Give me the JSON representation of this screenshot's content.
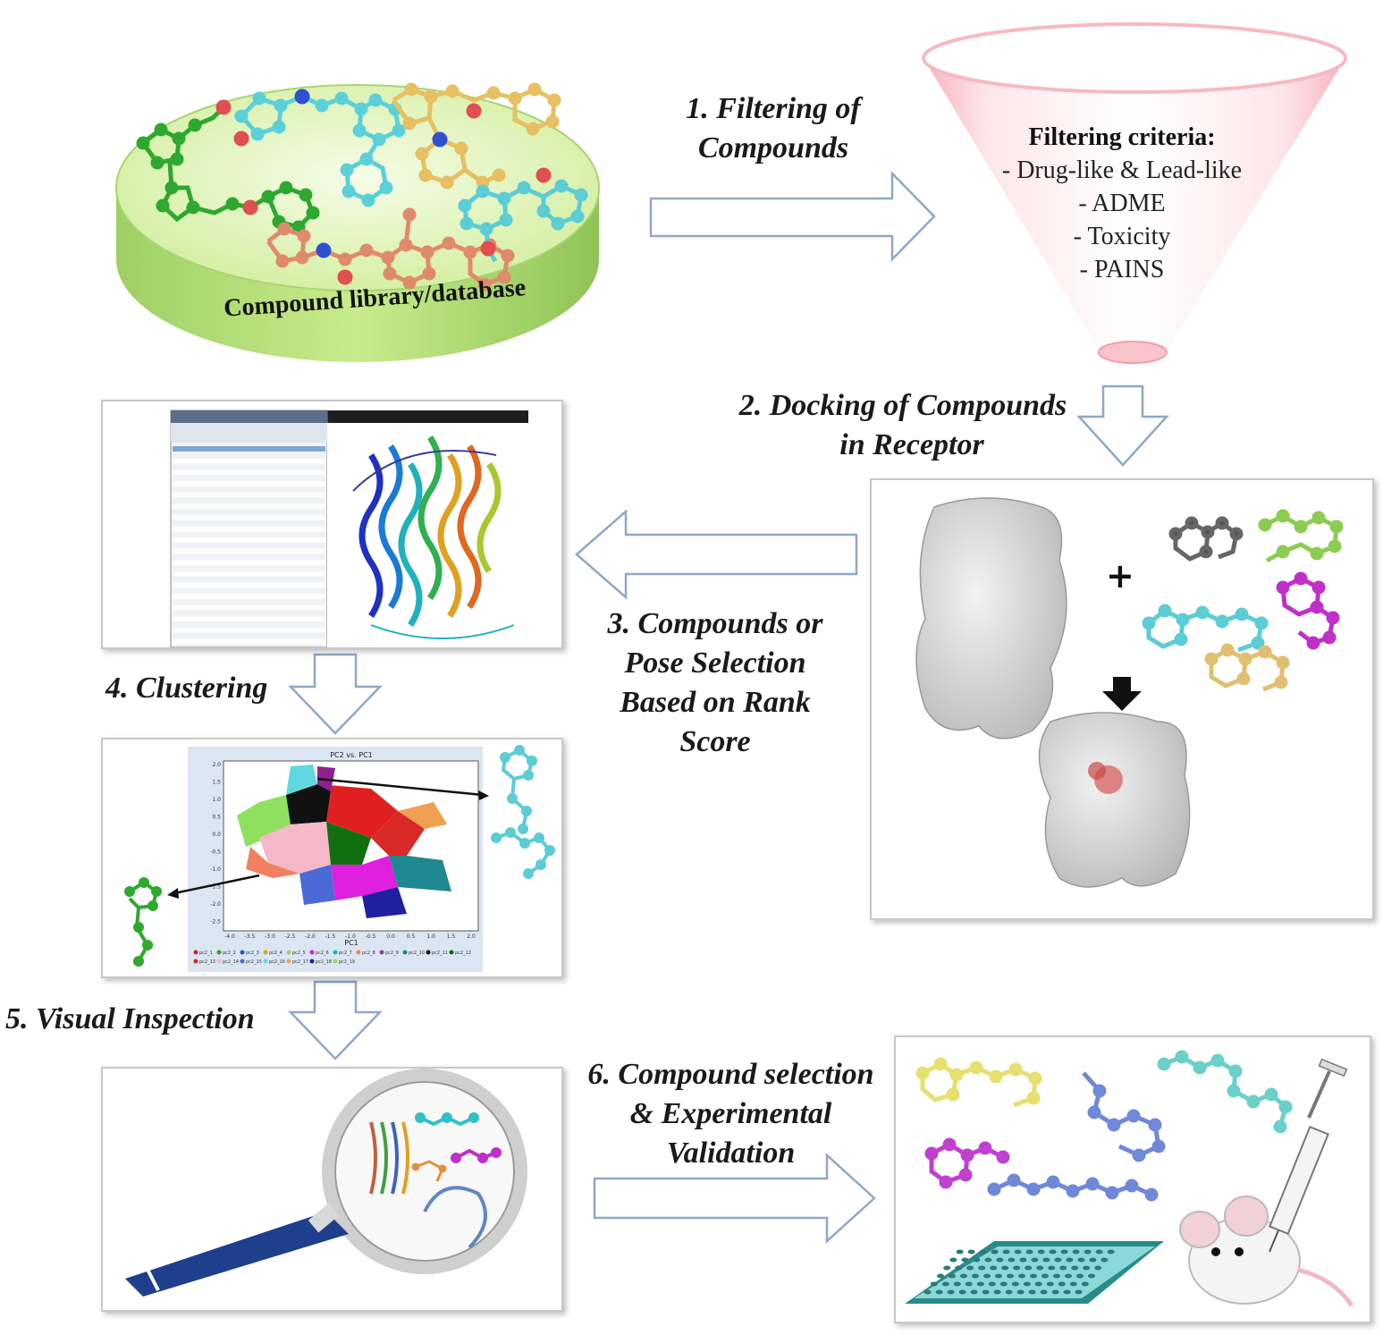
{
  "library": {
    "label": "Compound library/database"
  },
  "filter": {
    "heading": "Filtering criteria:",
    "items": [
      "- Drug-like & Lead-like",
      "- ADME",
      "- Toxicity",
      "- PAINS"
    ]
  },
  "steps": [
    {
      "lines": [
        "1. Filtering of",
        "Compounds"
      ]
    },
    {
      "lines": [
        "2. Docking of Compounds",
        "in Receptor"
      ]
    },
    {
      "lines": [
        "3. Compounds or",
        "Pose Selection",
        "Based on Rank",
        "Score"
      ]
    },
    {
      "lines": [
        "4. Clustering"
      ]
    },
    {
      "lines": [
        "5. Visual Inspection"
      ]
    },
    {
      "lines": [
        "6. Compound selection",
        "& Experimental",
        "Validation"
      ]
    }
  ],
  "docking": {
    "plus": "+"
  },
  "plot": {
    "title": "PC2 vs. PC1",
    "xlabel": "PC1",
    "xticks": [
      "-4.0",
      "-3.5",
      "-3.0",
      "-2.5",
      "-2.0",
      "-1.5",
      "-1.0",
      "-0.5",
      "0.0",
      "0.5",
      "1.0",
      "1.5",
      "2.0"
    ],
    "yticks": [
      "2.0",
      "1.5",
      "1.0",
      "0.5",
      "0.0",
      "-0.5",
      "-1.0",
      "-1.5",
      "-2.0",
      "-2.5"
    ],
    "legend": [
      "pc2_1",
      "pc2_2",
      "pc2_3",
      "pc2_4",
      "pc2_5",
      "pc2_6",
      "pc2_7",
      "pc2_8",
      "pc2_9",
      "pc2_10",
      "pc2_11",
      "pc2_12",
      "pc2_13",
      "pc2_14",
      "pc2_15",
      "pc2_16",
      "pc2_17",
      "pc2_18",
      "pc2_19"
    ]
  },
  "colors": {
    "disk_top": "#d9f2a8",
    "disk_side": "#b6e07a",
    "funnel": "#f7b9c2",
    "arrow_stroke": "#8fa8c4",
    "arrow_fill": "#ffffff",
    "text": "#1a1a1a"
  }
}
